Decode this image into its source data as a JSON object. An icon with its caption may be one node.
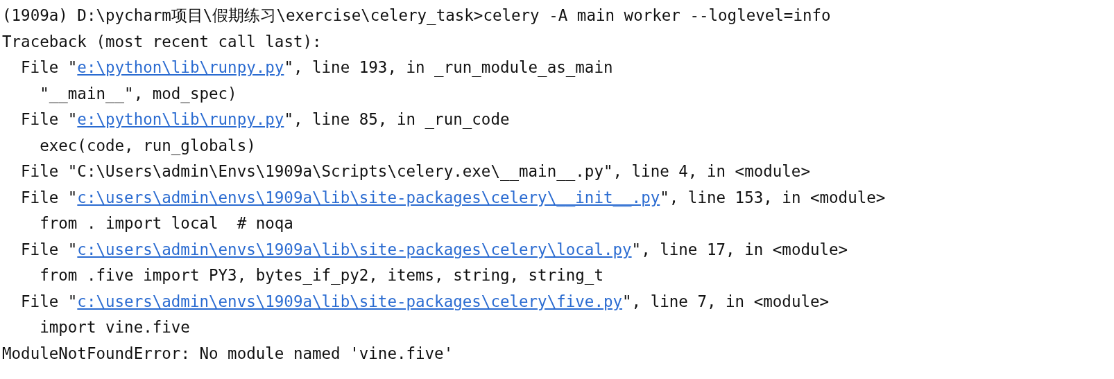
{
  "diagram": {
    "labels": [
      "(1909a) D:\\pycharm项目\\假期练习\\exercise\\celery_task>celery -A main worker --loglevel=info",
      "Traceback (most recent call last):",
      "File \"",
      "e:\\python\\lib\\runpy.py",
      "\", line 193, in _run_module_as_main",
      "\"__main__\", mod_spec)",
      "File \"",
      "e:\\python\\lib\\runpy.py",
      "\", line 85, in _run_code",
      "exec(code, run_globals)",
      "File \"C:\\Users\\admin\\Envs\\1909a\\Scripts\\celery.exe\\__main__.py\", line 4, in <module>",
      "File \"",
      "c:\\users\\admin\\envs\\1909a\\lib\\site-packages\\celery\\__init__.py",
      "\", line 153, in <module>",
      "from . import local  # noqa",
      "File \"",
      "c:\\users\\admin\\envs\\1909a\\lib\\site-packages\\celery\\local.py",
      "\", line 17, in <module>",
      "from .five import PY3, bytes_if_py2, items, string, string_t",
      "File \"",
      "c:\\users\\admin\\envs\\1909a\\lib\\site-packages\\celery\\five.py",
      "\", line 7, in <module>",
      "import vine.five",
      "ModuleNotFoundError: No module named 'vine.five'"
    ]
  }
}
